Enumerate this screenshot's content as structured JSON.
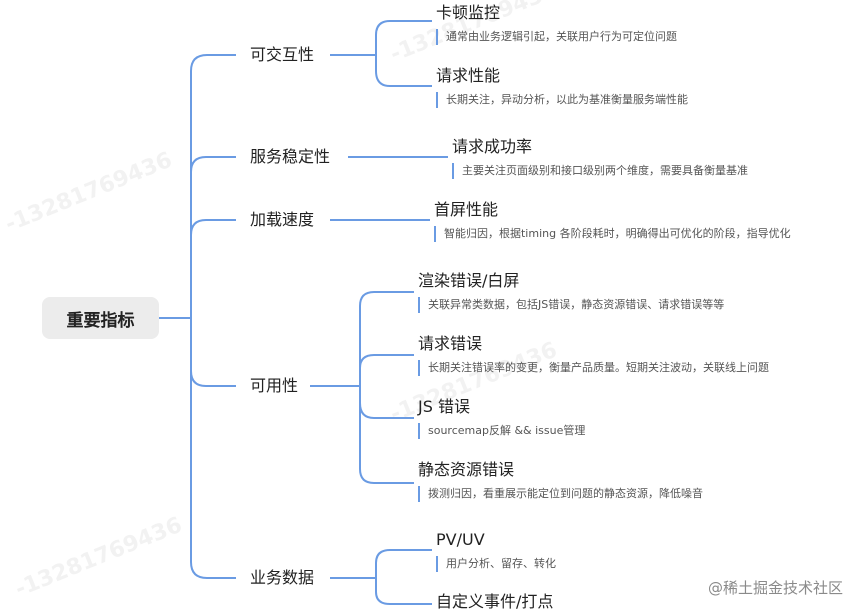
{
  "root": {
    "label": "重要指标"
  },
  "categories": [
    {
      "label": "可交互性",
      "children": [
        {
          "label": "卡顿监控",
          "note": "通常由业务逻辑引起，关联用户行为可定位问题"
        },
        {
          "label": "请求性能",
          "note": "长期关注，异动分析，以此为基准衡量服务端性能"
        }
      ]
    },
    {
      "label": "服务稳定性",
      "children": [
        {
          "label": "请求成功率",
          "note": "主要关注页面级别和接口级别两个维度，需要具备衡量基准"
        }
      ]
    },
    {
      "label": "加载速度",
      "children": [
        {
          "label": "首屏性能",
          "note": "智能归因，根据timing 各阶段耗时，明确得出可优化的阶段，指导优化"
        }
      ]
    },
    {
      "label": "可用性",
      "children": [
        {
          "label": "渲染错误/白屏",
          "note": "关联异常类数据，包括JS错误，静态资源错误、请求错误等等"
        },
        {
          "label": "请求错误",
          "note": "长期关注错误率的变更，衡量产品质量。短期关注波动，关联线上问题"
        },
        {
          "label": "JS 错误",
          "note": "sourcemap反解 && issue管理"
        },
        {
          "label": "静态资源错误",
          "note": "拨测归因，看重展示能定位到问题的静态资源，降低噪音"
        }
      ]
    },
    {
      "label": "业务数据",
      "children": [
        {
          "label": "PV/UV",
          "note": "用户分析、留存、转化"
        },
        {
          "label": "自定义事件/打点"
        }
      ]
    }
  ],
  "watermarks": [
    "-13281769436",
    "-13281769436",
    "-13281769436",
    "-13281769436"
  ],
  "credit": {
    "text": "@稀土掘金技术社区"
  },
  "colors": {
    "edge": "#6a9be3"
  }
}
